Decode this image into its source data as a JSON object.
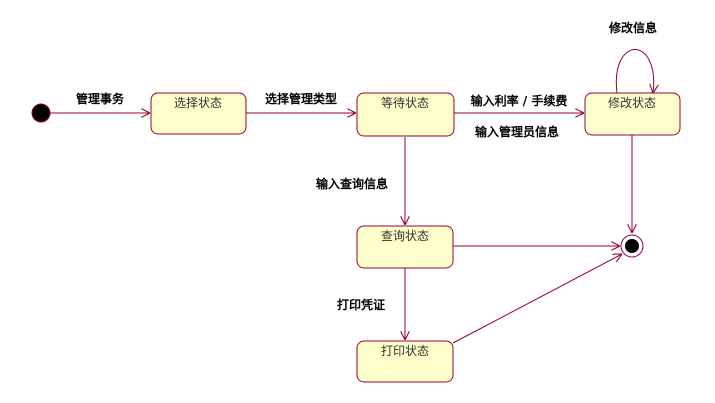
{
  "diagram": {
    "states": {
      "select": "选择状态",
      "wait": "等待状态",
      "modify": "修改状态",
      "query": "查询状态",
      "print": "打印状态"
    },
    "transitions": {
      "manage_affairs": "管理事务",
      "select_manage_type": "选择管理类型",
      "input_rate_fee": "输入利率 / 手续费",
      "input_admin_info": "输入管理员信息",
      "modify_info": "修改信息",
      "input_query_info": "输入查询信息",
      "print_voucher": "打印凭证"
    },
    "colors": {
      "state_fill": "#ffffcc",
      "line": "#990033",
      "initial_fill": "#000000"
    }
  }
}
